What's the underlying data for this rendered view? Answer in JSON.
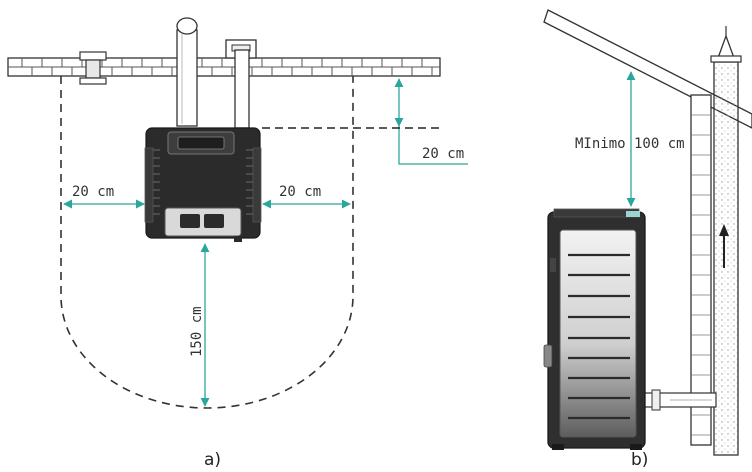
{
  "panel_a": {
    "caption": "a)",
    "dims": {
      "left": "20 cm",
      "right": "20 cm",
      "back": "20 cm",
      "front": "150 cm"
    }
  },
  "panel_b": {
    "caption": "b)",
    "dims": {
      "top": "MInimo 100 cm"
    }
  },
  "colors": {
    "dimension": "#2aa79b",
    "outline": "#333333",
    "stove_dark": "#2b2b2b",
    "stove_light": "#e0e0e0"
  }
}
